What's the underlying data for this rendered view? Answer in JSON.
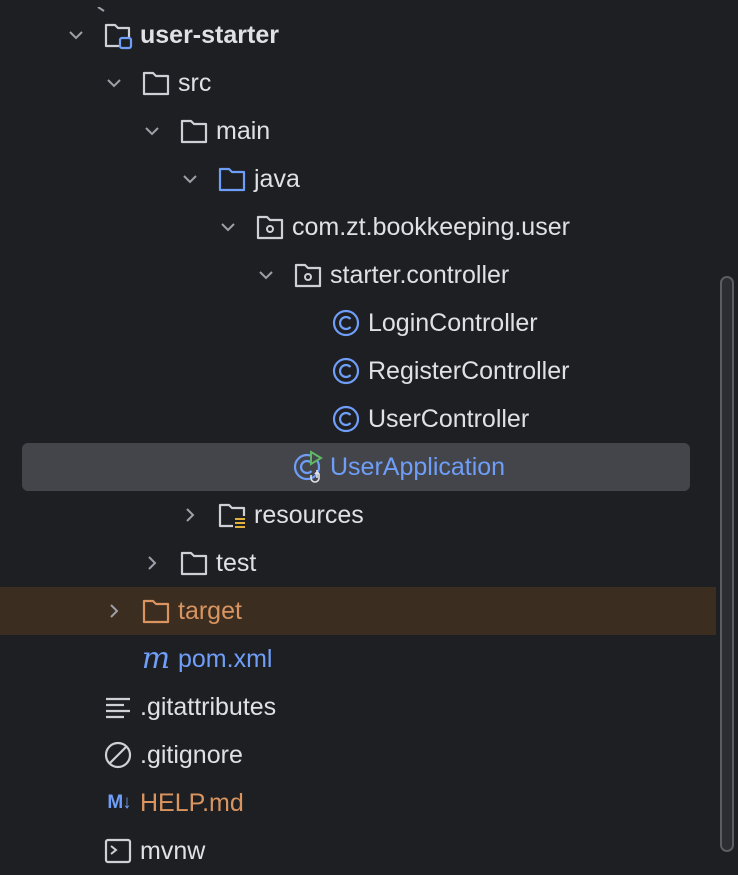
{
  "tree": {
    "items": [
      {
        "label": "user-starter"
      },
      {
        "label": "src"
      },
      {
        "label": "main"
      },
      {
        "label": "java"
      },
      {
        "label": "com.zt.bookkeeping.user"
      },
      {
        "label": "starter.controller"
      },
      {
        "label": "LoginController"
      },
      {
        "label": "RegisterController"
      },
      {
        "label": "UserController"
      },
      {
        "label": "UserApplication"
      },
      {
        "label": "resources"
      },
      {
        "label": "test"
      },
      {
        "label": "target"
      },
      {
        "label": "pom.xml"
      },
      {
        "label": ".gitattributes"
      },
      {
        "label": ".gitignore"
      },
      {
        "label": "HELP.md"
      },
      {
        "label": "mvnw"
      }
    ]
  },
  "colors": {
    "background": "#1e1f22",
    "selected_row": "#43454a",
    "excluded_row": "#3b2d20",
    "class_icon": "#6f9ef8",
    "excluded_text": "#d9945f",
    "run_icon": "#5fb865"
  },
  "icons": {
    "chevron_down": "chevron-down-icon",
    "chevron_right": "chevron-right-icon",
    "folder": "folder-icon",
    "module": "module-folder-icon",
    "package": "package-icon",
    "class": "class-icon",
    "run_class": "run-class-icon",
    "maven": "maven-icon",
    "text": "text-file-icon",
    "ignore": "ignore-file-icon",
    "markdown": "markdown-icon",
    "script": "script-icon"
  }
}
